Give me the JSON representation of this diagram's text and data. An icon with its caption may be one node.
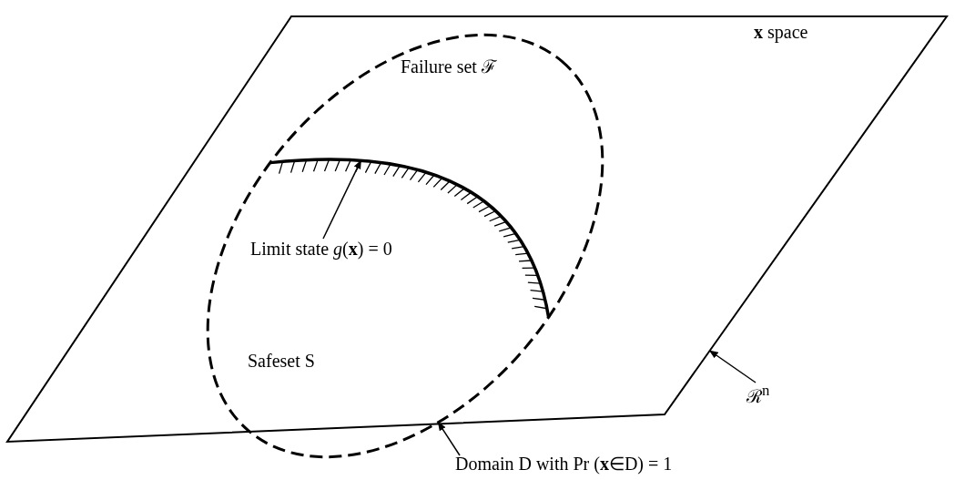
{
  "diagram": {
    "nodes": [
      {
        "text": [
          "**x** space"
        ]
      },
      {
        "text": [],
        "shape": "ellipse",
        "in": 0
      },
      {
        "text": [],
        "shape": "curve",
        "in": 1
      },
      {
        "text": [
          "Limit state *g*(**x**) = 0"
        ],
        "in": 1
      },
      {
        "text": [
          "ℛ$^{n}$"
        ]
      },
      {
        "text": [
          "Domain D with Pr (**x**∈D) = 1"
        ]
      }
    ],
    "edges": [
      {
        "from": 3,
        "to": 2,
        "arrow": "to"
      },
      {
        "from": 4,
        "to": 0,
        "arrow": "to"
      },
      {
        "from": 5,
        "to": 1,
        "arrow": "to"
      }
    ],
    "labels": [
      "Failure set ℱ",
      "Safeset S"
    ]
  }
}
